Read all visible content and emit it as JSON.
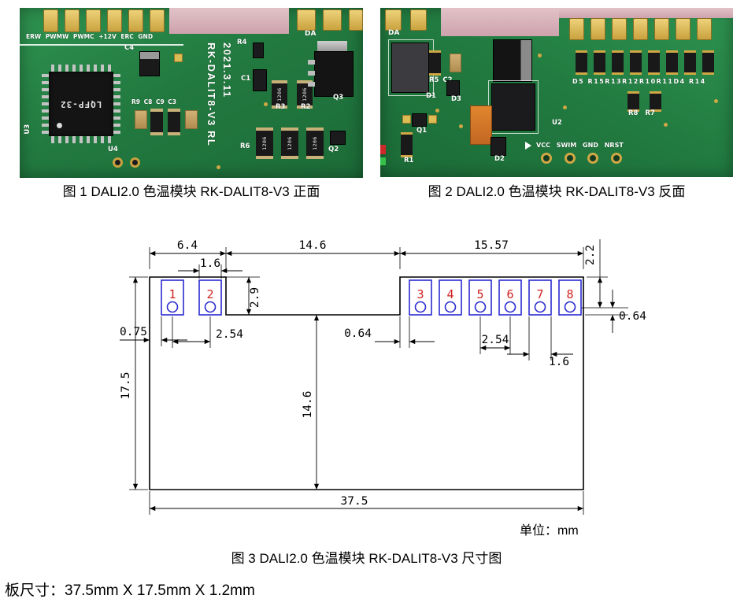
{
  "figures": {
    "fig1_caption": "图 1 DALI2.0 色温模块 RK-DALIT8-V3  正面",
    "fig2_caption": "图 2 DALI2.0 色温模块 RK-DALIT8-V3  反面",
    "fig3_caption": "图 3 DALI2.0 色温模块 RK-DALIT8-V3  尺寸图"
  },
  "page": {
    "unit_label": "单位：mm",
    "board_size_label": "板尺寸：37.5mm X 17.5mm X 1.2mm"
  },
  "pcb_front": {
    "pad_labels_text": "ERW PWMW PWMC +12V ERC GND",
    "da_label": "DA",
    "chip_label": "LQFP-32",
    "marking_line1": "RK-DALIT8-V3 RL",
    "marking_line2": "2021.3.11",
    "resistor_marking": "1206",
    "refs": {
      "u3": "U3",
      "u4": "U4",
      "c4": "C4",
      "r4": "R4",
      "c1": "C1",
      "r3": "R3",
      "r2": "R2",
      "q3": "Q3",
      "mid_row": "R9 C8 C9 C3",
      "r6": "R6",
      "q2": "Q2"
    }
  },
  "pcb_back": {
    "da_label": "DA",
    "resistor_row_text": "D5 R15R13R12R10R11D4 R14",
    "bottom_pads_text": "VCC SWIM GND NRST",
    "refs": {
      "r5c2": "R5 C2",
      "d1": "D1",
      "d3": "D3",
      "u2": "U2",
      "q1": "Q1",
      "r1": "R1",
      "d2": "D2",
      "r8r7": "R8 R7"
    }
  },
  "drawing": {
    "pins": [
      "1",
      "2",
      "3",
      "4",
      "5",
      "6",
      "7",
      "8"
    ],
    "dims": {
      "top_left": "6.4",
      "top_mid": "14.6",
      "top_right": "15.57",
      "right_edge": "2.2",
      "pad_width_left": "1.6",
      "notch_depth": "2.9",
      "left_margin": "0.75",
      "pitch_left": "2.54",
      "hole_left": "0.64",
      "pitch_right": "2.54",
      "pad_width_right": "1.6",
      "hole_right": "0.64",
      "overall_height": "17.5",
      "lower_height": "14.6",
      "overall_width": "37.5"
    }
  }
}
